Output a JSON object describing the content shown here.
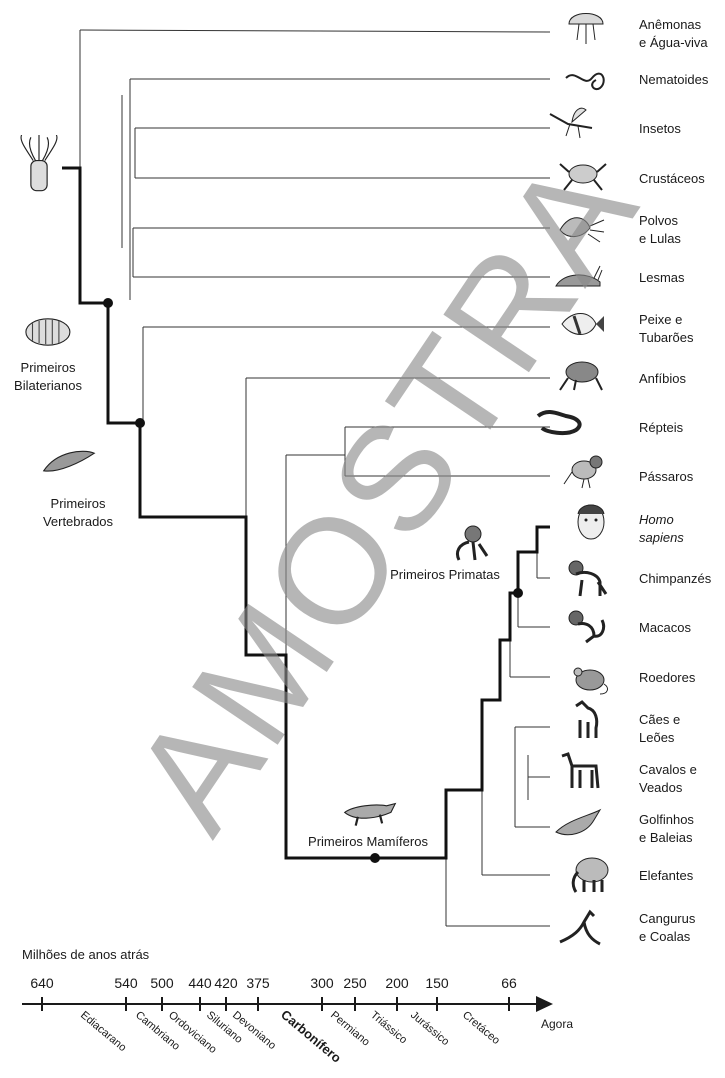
{
  "taxa": [
    {
      "id": "anemonas",
      "lines": [
        "Anêmonas",
        "e Água-viva"
      ],
      "italic": false,
      "icon": "jellyfish-icon"
    },
    {
      "id": "nematoides",
      "lines": [
        "Nematoides"
      ],
      "italic": false,
      "icon": "worm-icon"
    },
    {
      "id": "insetos",
      "lines": [
        "Insetos"
      ],
      "italic": false,
      "icon": "insect-icon"
    },
    {
      "id": "crustaceos",
      "lines": [
        "Crustáceos"
      ],
      "italic": false,
      "icon": "crab-icon"
    },
    {
      "id": "polvos",
      "lines": [
        "Polvos",
        "e Lulas"
      ],
      "italic": false,
      "icon": "squid-icon"
    },
    {
      "id": "lesmas",
      "lines": [
        "Lesmas"
      ],
      "italic": false,
      "icon": "slug-icon"
    },
    {
      "id": "peixe",
      "lines": [
        "Peixe e",
        "Tubarões"
      ],
      "italic": false,
      "icon": "fish-icon"
    },
    {
      "id": "anfibios",
      "lines": [
        "Anfíbios"
      ],
      "italic": false,
      "icon": "frog-icon"
    },
    {
      "id": "repteis",
      "lines": [
        "Répteis"
      ],
      "italic": false,
      "icon": "snake-icon"
    },
    {
      "id": "passaros",
      "lines": [
        "Pássaros"
      ],
      "italic": false,
      "icon": "bird-icon"
    },
    {
      "id": "homo",
      "lines": [
        "Homo",
        "sapiens"
      ],
      "italic": true,
      "icon": "human-face-icon"
    },
    {
      "id": "chimpanzes",
      "lines": [
        "Chimpanzés"
      ],
      "italic": false,
      "icon": "chimpanzee-icon"
    },
    {
      "id": "macacos",
      "lines": [
        "Macacos"
      ],
      "italic": false,
      "icon": "monkey-icon"
    },
    {
      "id": "roedores",
      "lines": [
        "Roedores"
      ],
      "italic": false,
      "icon": "rodent-icon"
    },
    {
      "id": "caes",
      "lines": [
        "Cães e",
        "Leões"
      ],
      "italic": false,
      "icon": "dog-icon"
    },
    {
      "id": "cavalos",
      "lines": [
        "Cavalos e",
        "Veados"
      ],
      "italic": false,
      "icon": "horse-icon"
    },
    {
      "id": "golfinhos",
      "lines": [
        "Golfinhos",
        "e Baleias"
      ],
      "italic": false,
      "icon": "whale-icon"
    },
    {
      "id": "elefantes",
      "lines": [
        "Elefantes"
      ],
      "italic": false,
      "icon": "elephant-icon"
    },
    {
      "id": "cangurus",
      "lines": [
        "Cangurus",
        "e Coalas"
      ],
      "italic": false,
      "icon": "kangaroo-icon"
    }
  ],
  "milestones": [
    {
      "id": "bilaterianos",
      "lines": [
        "Primeiros",
        "Bilaterianos"
      ],
      "icon": "larva-icon"
    },
    {
      "id": "vertebrados",
      "lines": [
        "Primeiros",
        "Vertebrados"
      ],
      "icon": "tadpole-icon"
    },
    {
      "id": "primatas",
      "lines": [
        "Primeiros Primatas"
      ],
      "icon": "primate-icon"
    },
    {
      "id": "mamiferos",
      "lines": [
        "Primeiros Mamíferos"
      ],
      "icon": "mammal-icon"
    }
  ],
  "root_icon": "polyp-icon",
  "timeline": {
    "title": "Milhões de anos atrás",
    "ticks": [
      "640",
      "540",
      "500",
      "440",
      "420",
      "375",
      "300",
      "250",
      "200",
      "150",
      "66"
    ],
    "periods": [
      "Ediacarano",
      "Cambriano",
      "Ordoviciano",
      "Siluriano",
      "Devoniano",
      "Carbonífero",
      "Permiano",
      "Triássico",
      "Jurássico",
      "Cretáceo"
    ],
    "end_label": "Agora"
  },
  "watermark": "AMOSTRA"
}
